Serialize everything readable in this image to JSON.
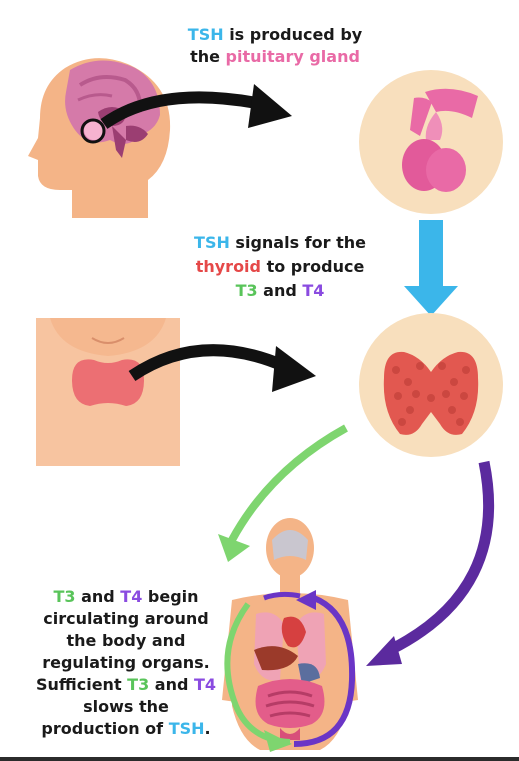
{
  "step1": {
    "line1_a": "TSH",
    "line1_b": " is produced by",
    "line2_a": "the ",
    "line2_b": "pituitary gland"
  },
  "step2": {
    "line1_a": "TSH",
    "line1_b": " signals for the",
    "line2_a": "thyroid",
    "line2_b": " to produce",
    "line3_a": "T3",
    "line3_b": " and ",
    "line3_c": "T4"
  },
  "step3": {
    "line1_a": "T3",
    "line1_b": " and ",
    "line1_c": "T4",
    "line1_d": " begin",
    "line2": "circulating around",
    "line3": "the body and",
    "line4": "regulating organs.",
    "line5_a": "Sufficient ",
    "line5_b": "T3",
    "line5_c": " and ",
    "line5_d": "T4",
    "line6": "slows the",
    "line7_a": "production of ",
    "line7_b": "TSH",
    "line7_c": "."
  },
  "colors": {
    "tsh": "#3bb6ea",
    "pituitary": "#e96aa6",
    "thyroid": "#e54848",
    "t3": "#59c45a",
    "t4": "#8a4be0",
    "skin": "#f4b487",
    "circle_bg": "#f8dfbd"
  }
}
